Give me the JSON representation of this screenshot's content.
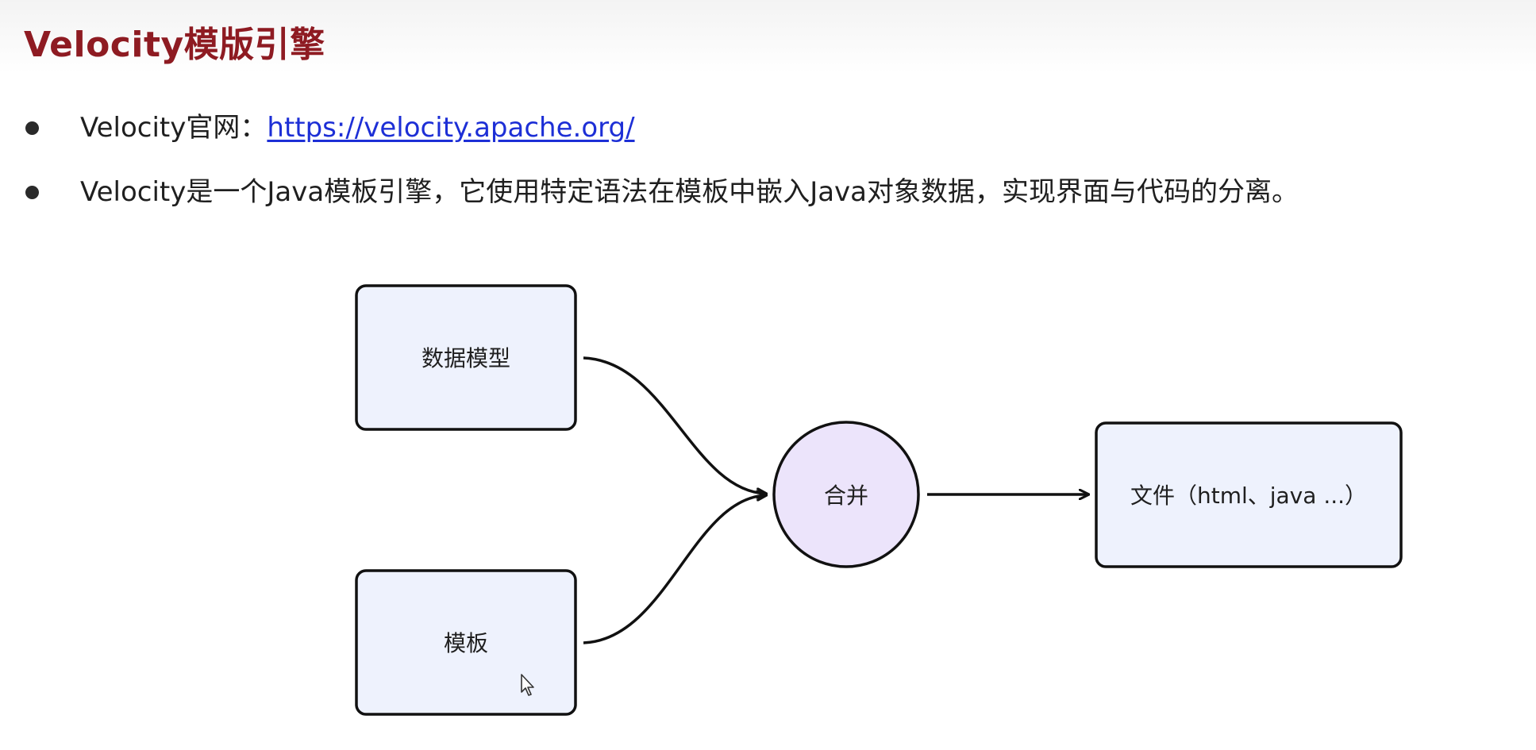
{
  "title": "Velocity模版引擎",
  "bullets": {
    "website_label": "Velocity官网：",
    "website_url": "https://velocity.apache.org/",
    "description": "Velocity是一个Java模板引擎，它使用特定语法在模板中嵌入Java对象数据，实现界面与代码的分离。"
  },
  "diagram": {
    "data_model": "数据模型",
    "template": "模板",
    "merge": "合并",
    "output": "文件（html、java ...）",
    "colors": {
      "box_fill": "#eef2fd",
      "circle_fill": "#ece4fb",
      "stroke": "#111111"
    }
  }
}
